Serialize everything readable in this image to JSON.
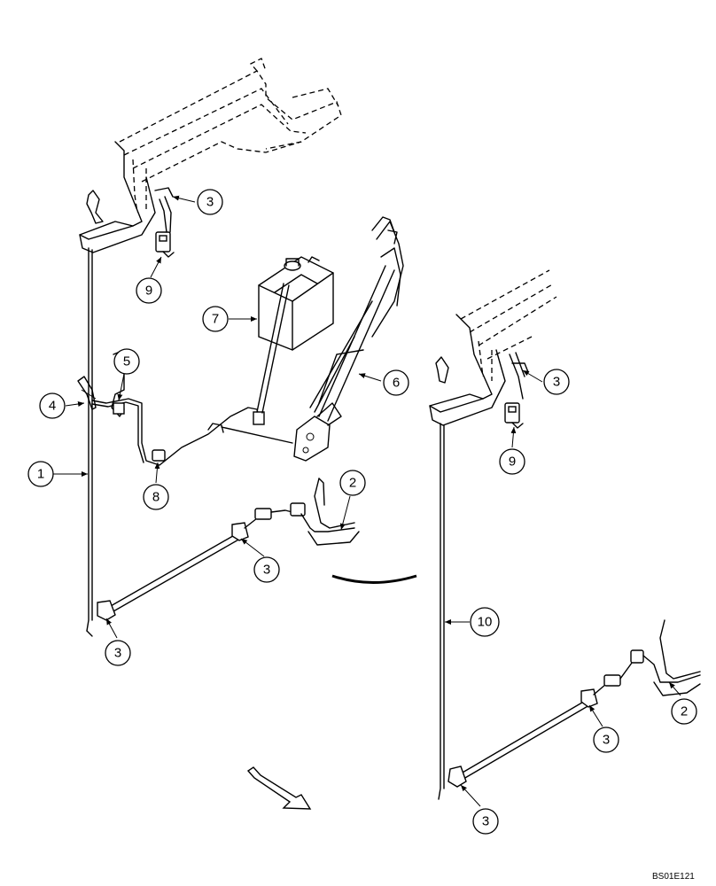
{
  "callouts": {
    "c1": "1",
    "c2a": "2",
    "c2b": "2",
    "c3a": "3",
    "c3b": "3",
    "c3c": "3",
    "c3d": "3",
    "c3e": "3",
    "c3f": "3",
    "c4": "4",
    "c5": "5",
    "c6": "6",
    "c7": "7",
    "c8": "8",
    "c9a": "9",
    "c9b": "9",
    "c10": "10"
  },
  "reference_code": "BS01E121"
}
